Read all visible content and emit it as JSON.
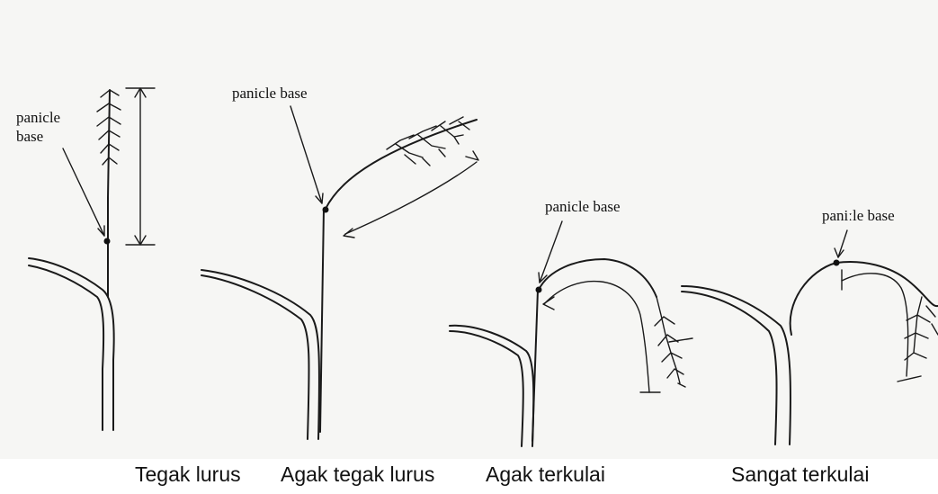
{
  "diagram": {
    "annotations": {
      "panel1_line1": "panicle",
      "panel1_line2": "base",
      "panel2": "panicle  base",
      "panel3": "panicle base",
      "panel4": "paniːle  base"
    },
    "captions": [
      "Tegak lurus",
      "Agak tegak lurus",
      "Agak terkulai",
      "Sangat terkulai"
    ]
  }
}
